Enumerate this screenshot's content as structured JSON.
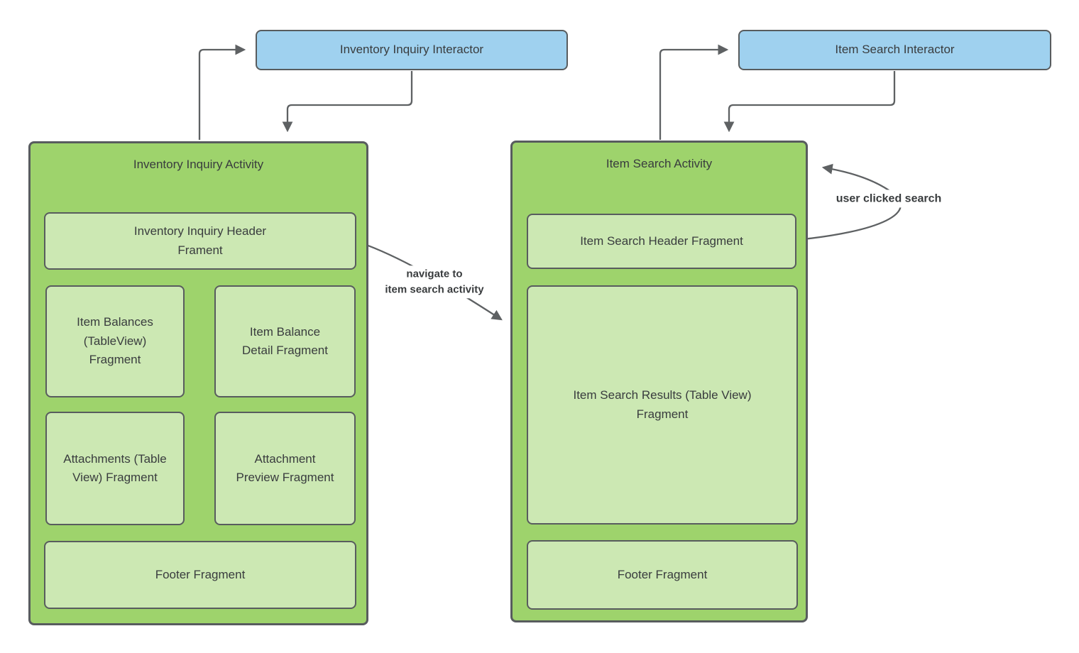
{
  "colors": {
    "canvas-bg": "#FFFFFF",
    "interactor-fill": "#9FD1EF",
    "activity-fill": "#9ED36C",
    "fragment-fill": "#CCE8B3",
    "node-border": "#585C5E",
    "arrow": "#5E6163",
    "text": "#393C3E"
  },
  "nodes": {
    "inventory_interactor": "Inventory Inquiry Interactor",
    "item_search_interactor": "Item Search Interactor",
    "inventory_activity": "Inventory Inquiry Activity",
    "inventory_header_fragment": "Inventory Inquiry Header\nFrament",
    "item_balances_fragment": "Item Balances\n(TableView)\nFragment",
    "item_balance_detail_fragment": "Item Balance\nDetail Fragment",
    "attachments_fragment": "Attachments (Table\nView) Fragment",
    "attachment_preview_fragment": "Attachment\nPreview Fragment",
    "inventory_footer_fragment": "Footer Fragment",
    "item_search_activity": "Item Search Activity",
    "item_search_header_fragment": "Item Search Header Fragment",
    "item_search_results_fragment": "Item Search Results (Table View)\nFragment",
    "item_search_footer_fragment": "Footer Fragment"
  },
  "edge_labels": {
    "navigate_to_item_search": "navigate to\nitem search activity",
    "user_clicked_search": "user clicked search"
  }
}
